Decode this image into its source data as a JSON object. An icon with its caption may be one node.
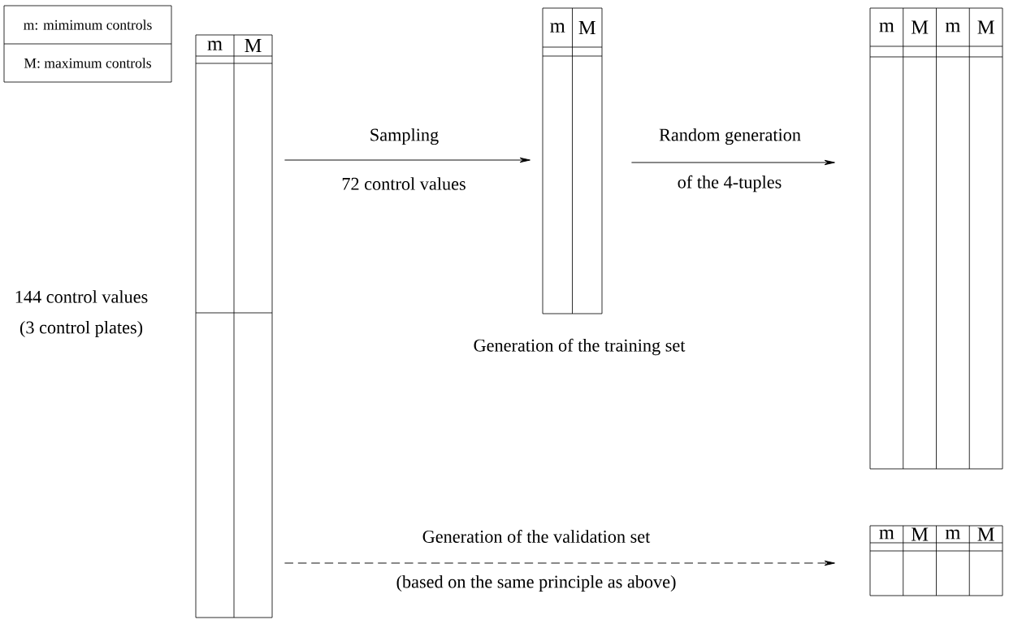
{
  "diagram": {
    "nodes": [
      {
        "text": [
          "m",
          "M"
        ],
        "beside": [
          "144 control values",
          "(3 control plates)"
        ]
      },
      {
        "text": [
          "m",
          "M"
        ]
      },
      {
        "text": [
          "m",
          "M",
          "m",
          "M"
        ]
      },
      {
        "text": [
          "m",
          "M",
          "m",
          "M"
        ]
      }
    ],
    "edges": [
      {
        "from": 0,
        "to": 1,
        "arrow": "to",
        "label": "Sampling"
      },
      {
        "from": 1,
        "to": 2,
        "arrow": "to",
        "label": "Random generation"
      },
      {
        "from": 0,
        "to": 3,
        "arrow": "to",
        "label": "Generation of the validation set",
        "style": "dashed"
      }
    ],
    "labels": [
      "72 control values",
      "of the 4-tuples",
      "Generation of the training set",
      "(based on the same principle as above)"
    ],
    "legend": [
      {
        "text": "m: mimimum controls"
      },
      {
        "text": "M: maximum controls"
      }
    ]
  }
}
